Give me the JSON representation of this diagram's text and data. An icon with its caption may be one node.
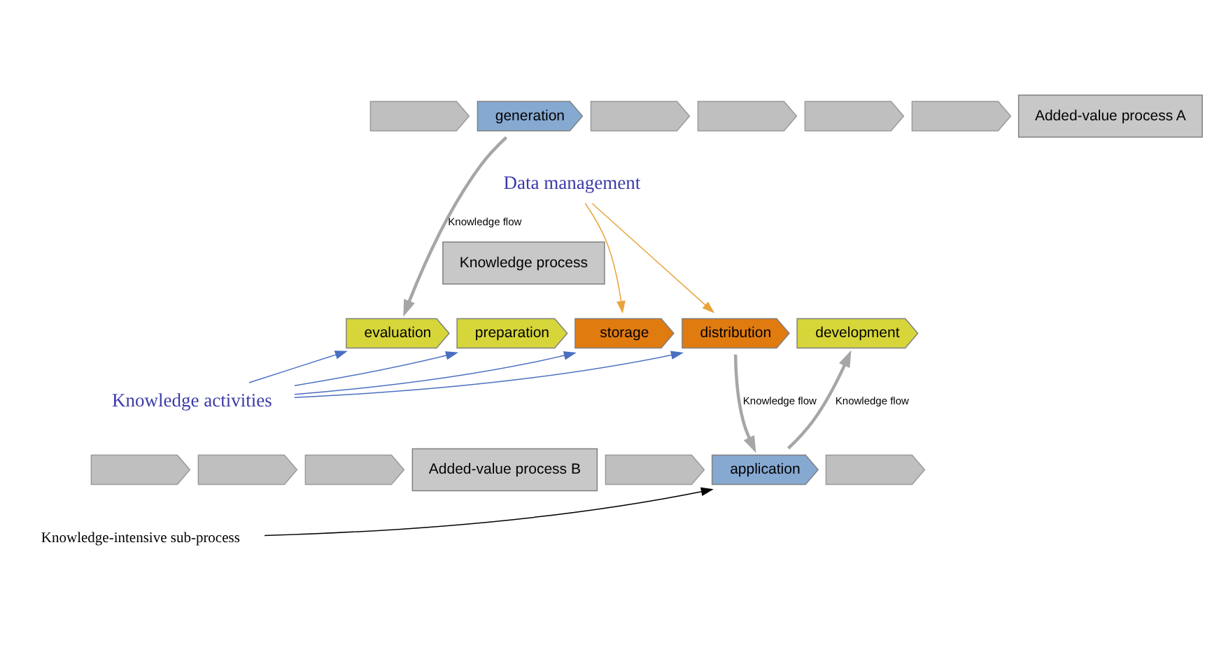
{
  "diagram": {
    "nodes": [
      {
        "text": [],
        "shape": "chevron"
      },
      {
        "text": [
          "generation"
        ]
      },
      {
        "text": [],
        "shape": "chevron"
      },
      {
        "text": [],
        "shape": "chevron"
      },
      {
        "text": [],
        "shape": "chevron"
      },
      {
        "text": [],
        "shape": "chevron"
      },
      {
        "text": [
          "Added-value process A"
        ]
      },
      {
        "text": [
          "Knowledge process"
        ]
      },
      {
        "text": [
          "evaluation"
        ]
      },
      {
        "text": [
          "preparation"
        ]
      },
      {
        "text": [
          "storage"
        ]
      },
      {
        "text": [
          "distribution"
        ]
      },
      {
        "text": [
          "development"
        ]
      },
      {
        "text": [
          "Data management"
        ]
      },
      {
        "text": [
          "Knowledge activities"
        ]
      },
      {
        "text": [],
        "shape": "chevron"
      },
      {
        "text": [],
        "shape": "chevron"
      },
      {
        "text": [],
        "shape": "chevron"
      },
      {
        "text": [
          "Added-value process B"
        ]
      },
      {
        "text": [],
        "shape": "chevron"
      },
      {
        "text": [
          "application"
        ]
      },
      {
        "text": [],
        "shape": "chevron"
      },
      {
        "text": [
          "Knowledge-intensive sub-process"
        ]
      }
    ],
    "edges": [
      {
        "from": 1,
        "to": 8,
        "arrow": "to",
        "label": "Knowledge flow",
        "style": "thick",
        "color": "#a6a6a6"
      },
      {
        "from": 13,
        "to": 10,
        "arrow": "to",
        "color": "#e8a33a"
      },
      {
        "from": 13,
        "to": 11,
        "arrow": "to",
        "color": "#e8a33a"
      },
      {
        "from": 14,
        "to": 8,
        "arrow": "to"
      },
      {
        "from": 14,
        "to": 9,
        "arrow": "to"
      },
      {
        "from": 14,
        "to": 10,
        "arrow": "to"
      },
      {
        "from": 14,
        "to": 11,
        "arrow": "to"
      },
      {
        "from": 11,
        "to": 20,
        "arrow": "to",
        "label": "Knowledge flow",
        "style": "thick",
        "color": "#a6a6a6"
      },
      {
        "from": 20,
        "to": 12,
        "arrow": "to",
        "label": "Knowledge flow",
        "style": "thick",
        "color": "#a6a6a6"
      },
      {
        "from": 22,
        "to": 20,
        "arrow": "to",
        "color": "#000000"
      }
    ]
  }
}
